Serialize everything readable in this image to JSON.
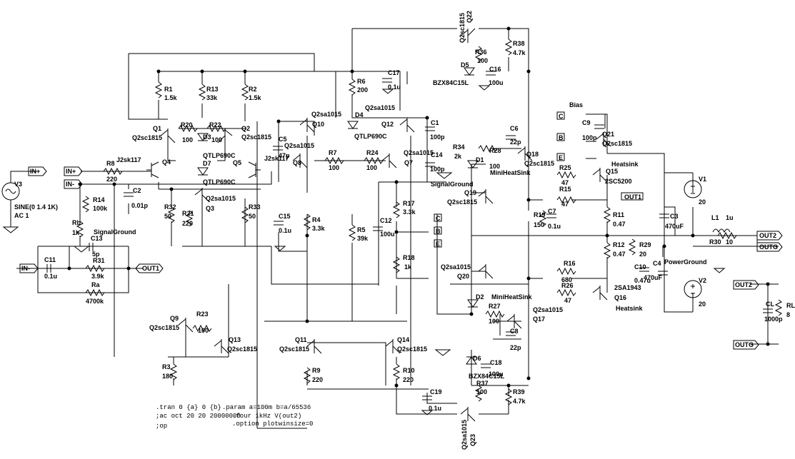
{
  "labels": [
    {
      "id": "Q22_ref",
      "text": "Q22"
    },
    {
      "id": "Q22_model",
      "text": "Q2sc1815"
    },
    {
      "id": "R38_ref",
      "text": "R38"
    },
    {
      "id": "R38_val",
      "text": "4.7k"
    },
    {
      "id": "R36_ref",
      "text": "R36"
    },
    {
      "id": "R36_val",
      "text": "100"
    },
    {
      "id": "D5_ref",
      "text": "D5"
    },
    {
      "id": "D5_model",
      "text": "BZX84C15L"
    },
    {
      "id": "C16_ref",
      "text": "C16"
    },
    {
      "id": "C16_val",
      "text": "100u"
    },
    {
      "id": "C17_ref",
      "text": "C17"
    },
    {
      "id": "C17_val",
      "text": "0.1u"
    },
    {
      "id": "R6_ref",
      "text": "R6"
    },
    {
      "id": "R6_val",
      "text": "200"
    },
    {
      "id": "R1_ref",
      "text": "R1"
    },
    {
      "id": "R1_val",
      "text": "1.5k"
    },
    {
      "id": "R13_ref",
      "text": "R13"
    },
    {
      "id": "R13_val",
      "text": "33k"
    },
    {
      "id": "R2_ref",
      "text": "R2"
    },
    {
      "id": "R2_val",
      "text": "1.5k"
    },
    {
      "id": "Q1_ref",
      "text": "Q1"
    },
    {
      "id": "Q1_model",
      "text": "Q2sc1815"
    },
    {
      "id": "R20_ref",
      "text": "R20"
    },
    {
      "id": "R20_val",
      "text": "100"
    },
    {
      "id": "R22_ref",
      "text": "R22"
    },
    {
      "id": "R22_val",
      "text": "100"
    },
    {
      "id": "D3_ref",
      "text": "D3"
    },
    {
      "id": "Q2_ref",
      "text": "Q2"
    },
    {
      "id": "Q2_model",
      "text": "Q2sc1815"
    },
    {
      "id": "U1_model",
      "text": "QTLP690C"
    },
    {
      "id": "C5_ref",
      "text": "C5"
    },
    {
      "id": "C5_val",
      "text": "47p"
    },
    {
      "id": "Q10_model",
      "text": "Q2sa1015"
    },
    {
      "id": "Q10_ref",
      "text": "Q10"
    },
    {
      "id": "D4_ref",
      "text": "D4"
    },
    {
      "id": "D4_model",
      "text": "QTLP690C"
    },
    {
      "id": "Q12_model",
      "text": "Q2sa1015"
    },
    {
      "id": "Q12_ref",
      "text": "Q12"
    },
    {
      "id": "C1_ref",
      "text": "C1"
    },
    {
      "id": "C1_val",
      "text": "100p"
    },
    {
      "id": "R34_ref",
      "text": "R34"
    },
    {
      "id": "R34_val",
      "text": "2k"
    },
    {
      "id": "C14_ref",
      "text": "C14"
    },
    {
      "id": "C14_val",
      "text": "100p"
    },
    {
      "id": "Q7_model",
      "text": "Q2sa1015"
    },
    {
      "id": "Q7_ref",
      "text": "Q7"
    },
    {
      "id": "J2sk117_a",
      "text": "J2sk117"
    },
    {
      "id": "Q4_ref",
      "text": "Q4"
    },
    {
      "id": "D7_ref",
      "text": "D7"
    },
    {
      "id": "U2_model",
      "text": "QTLP690C"
    },
    {
      "id": "Q5_ref",
      "text": "Q5"
    },
    {
      "id": "J2sk117_b",
      "text": "J2sk117"
    },
    {
      "id": "Q8_ref",
      "text": "Q8"
    },
    {
      "id": "Q8_model",
      "text": "Q2sa1015"
    },
    {
      "id": "R7_ref",
      "text": "R7"
    },
    {
      "id": "R7_val",
      "text": "100"
    },
    {
      "id": "R24_ref",
      "text": "R24"
    },
    {
      "id": "R24_val",
      "text": "100"
    },
    {
      "id": "R8_ref",
      "text": "R8"
    },
    {
      "id": "R8_val",
      "text": "220"
    },
    {
      "id": "in_plus",
      "text": "IN+"
    },
    {
      "id": "in_plus2",
      "text": "IN+"
    },
    {
      "id": "in_minus",
      "text": "IN-"
    },
    {
      "id": "in_minus2",
      "text": "IN-"
    },
    {
      "id": "V3_ref",
      "text": "V3"
    },
    {
      "id": "V3_val1",
      "text": "SINE(0 1.4 1K)"
    },
    {
      "id": "V3_val2",
      "text": "AC 1"
    },
    {
      "id": "R14_ref",
      "text": "R14"
    },
    {
      "id": "R14_val",
      "text": "100k"
    },
    {
      "id": "C2_ref",
      "text": "C2"
    },
    {
      "id": "C2_val",
      "text": "0.01p"
    },
    {
      "id": "Rb_ref",
      "text": "Rb"
    },
    {
      "id": "Rb_val",
      "text": "1k"
    },
    {
      "id": "SG1",
      "text": "SignalGround"
    },
    {
      "id": "R32_ref",
      "text": "R32"
    },
    {
      "id": "R32_val",
      "text": "50"
    },
    {
      "id": "R21_ref",
      "text": "R21"
    },
    {
      "id": "R21_val",
      "text": "220"
    },
    {
      "id": "Q3_model",
      "text": "Q2sa1015"
    },
    {
      "id": "Q3_ref",
      "text": "Q3"
    },
    {
      "id": "R33_ref",
      "text": "R33"
    },
    {
      "id": "R33_val",
      "text": "50"
    },
    {
      "id": "C15_ref",
      "text": "C15"
    },
    {
      "id": "C15_val",
      "text": "0.1u"
    },
    {
      "id": "R4_ref",
      "text": "R4"
    },
    {
      "id": "R4_val",
      "text": "3.3k"
    },
    {
      "id": "R5_ref",
      "text": "R5"
    },
    {
      "id": "R5_val",
      "text": "39k"
    },
    {
      "id": "C12_ref",
      "text": "C12"
    },
    {
      "id": "C12_val",
      "text": "100u"
    },
    {
      "id": "R17_ref",
      "text": "R17"
    },
    {
      "id": "R17_val",
      "text": "3.3k"
    },
    {
      "id": "R18_ref",
      "text": "R18"
    },
    {
      "id": "R18_val",
      "text": "1k"
    },
    {
      "id": "SG2",
      "text": "SignalGround"
    },
    {
      "id": "flag_C1",
      "text": "C"
    },
    {
      "id": "flag_B1",
      "text": "B"
    },
    {
      "id": "flag_E1",
      "text": "E"
    },
    {
      "id": "C13_ref",
      "text": "C13"
    },
    {
      "id": "C13_val",
      "text": "5p"
    },
    {
      "id": "C11_ref",
      "text": "C11"
    },
    {
      "id": "C11_val",
      "text": "0.1u"
    },
    {
      "id": "R31_ref",
      "text": "R31"
    },
    {
      "id": "R31_val",
      "text": "3.9k"
    },
    {
      "id": "out1_a",
      "text": "OUT1"
    },
    {
      "id": "Ra_ref",
      "text": "Ra"
    },
    {
      "id": "Ra_val",
      "text": "4700k"
    },
    {
      "id": "C6_ref",
      "text": "C6"
    },
    {
      "id": "C6_val",
      "text": "22p"
    },
    {
      "id": "R28_ref",
      "text": "R28"
    },
    {
      "id": "R28_val",
      "text": "100"
    },
    {
      "id": "D1_ref",
      "text": "D1"
    },
    {
      "id": "MHS1",
      "text": "MiniHeatSink"
    },
    {
      "id": "Q18_ref",
      "text": "Q18"
    },
    {
      "id": "Q18_model",
      "text": "Q2sc1815"
    },
    {
      "id": "Bias",
      "text": "Bias"
    },
    {
      "id": "flag_C2",
      "text": "C"
    },
    {
      "id": "flag_B2",
      "text": "B"
    },
    {
      "id": "flag_E2",
      "text": "E"
    },
    {
      "id": "C9_ref",
      "text": "C9"
    },
    {
      "id": "C9_val",
      "text": "100p"
    },
    {
      "id": "Q21_ref",
      "text": "Q21"
    },
    {
      "id": "Q21_model",
      "text": "Q2sc1815"
    },
    {
      "id": "HS1",
      "text": "Heatsink"
    },
    {
      "id": "R25_ref",
      "text": "R25"
    },
    {
      "id": "R25_val",
      "text": "47"
    },
    {
      "id": "Q15_ref",
      "text": "Q15"
    },
    {
      "id": "Q15_model",
      "text": "2SC5200"
    },
    {
      "id": "R15_ref",
      "text": "R15"
    },
    {
      "id": "R15_val",
      "text": "47"
    },
    {
      "id": "Q19_ref",
      "text": "Q19"
    },
    {
      "id": "Q19_model",
      "text": "Q2sc1815"
    },
    {
      "id": "out1_b",
      "text": "OUT1"
    },
    {
      "id": "V1_ref",
      "text": "V1"
    },
    {
      "id": "V1_val",
      "text": "20"
    },
    {
      "id": "R19_ref",
      "text": "R19"
    },
    {
      "id": "R19_val",
      "text": "150"
    },
    {
      "id": "C7_ref",
      "text": "C7"
    },
    {
      "id": "C7_val",
      "text": "0.1u"
    },
    {
      "id": "R11_ref",
      "text": "R11"
    },
    {
      "id": "R11_val",
      "text": "0.47"
    },
    {
      "id": "C3_ref",
      "text": "C3"
    },
    {
      "id": "C3_val",
      "text": "470uF"
    },
    {
      "id": "L1_ref",
      "text": "L1"
    },
    {
      "id": "L1_val",
      "text": "1u"
    },
    {
      "id": "R30_ref",
      "text": "R30"
    },
    {
      "id": "R30_val",
      "text": "10"
    },
    {
      "id": "out2_a",
      "text": "OUT2"
    },
    {
      "id": "outg_a",
      "text": "OUTG"
    },
    {
      "id": "R29_ref",
      "text": "R29"
    },
    {
      "id": "R29_val",
      "text": "20"
    },
    {
      "id": "R12_ref",
      "text": "R12"
    },
    {
      "id": "R12_val",
      "text": "0.47"
    },
    {
      "id": "PG",
      "text": "PowerGround"
    },
    {
      "id": "C10_ref",
      "text": "C10"
    },
    {
      "id": "C10_val",
      "text": "0.47u"
    },
    {
      "id": "C4_ref",
      "text": "C4"
    },
    {
      "id": "C4_val",
      "text": "470uF"
    },
    {
      "id": "V2_ref",
      "text": "V2"
    },
    {
      "id": "V2_val",
      "text": "20"
    },
    {
      "id": "Q20_model",
      "text": "Q2sa1015"
    },
    {
      "id": "Q20_ref",
      "text": "Q20"
    },
    {
      "id": "R16_ref",
      "text": "R16"
    },
    {
      "id": "R16_val",
      "text": "680"
    },
    {
      "id": "R26_ref",
      "text": "R26"
    },
    {
      "id": "R26_val",
      "text": "47"
    },
    {
      "id": "Q16_model",
      "text": "2SA1943"
    },
    {
      "id": "Q16_ref",
      "text": "Q16"
    },
    {
      "id": "HS2",
      "text": "Heatsink"
    },
    {
      "id": "D2_ref",
      "text": "D2"
    },
    {
      "id": "MHS2",
      "text": "MiniHeatSink"
    },
    {
      "id": "R27_ref",
      "text": "R27"
    },
    {
      "id": "R27_val",
      "text": "100"
    },
    {
      "id": "Q17_model",
      "text": "Q2sa1015"
    },
    {
      "id": "Q17_ref",
      "text": "Q17"
    },
    {
      "id": "C8_ref",
      "text": "C8"
    },
    {
      "id": "C8_val",
      "text": "22p"
    },
    {
      "id": "out2_b",
      "text": "OUT2"
    },
    {
      "id": "CL_ref",
      "text": "CL"
    },
    {
      "id": "CL_val",
      "text": "1000p"
    },
    {
      "id": "RL_ref",
      "text": "RL"
    },
    {
      "id": "RL_val",
      "text": "8"
    },
    {
      "id": "outg_b",
      "text": "OUTG"
    },
    {
      "id": "Q9_ref",
      "text": "Q9"
    },
    {
      "id": "Q9_model",
      "text": "Q2sc1815"
    },
    {
      "id": "R23_ref",
      "text": "R23"
    },
    {
      "id": "R23_val",
      "text": "100"
    },
    {
      "id": "Q13_ref",
      "text": "Q13"
    },
    {
      "id": "Q13_model",
      "text": "Q2sc1815"
    },
    {
      "id": "R3_ref",
      "text": "R3"
    },
    {
      "id": "R3_val",
      "text": "180"
    },
    {
      "id": "Q11_ref",
      "text": "Q11"
    },
    {
      "id": "Q11_model",
      "text": "Q2sc1815"
    },
    {
      "id": "R9_ref",
      "text": "R9"
    },
    {
      "id": "R9_val",
      "text": "220"
    },
    {
      "id": "Q14_ref",
      "text": "Q14"
    },
    {
      "id": "Q14_model",
      "text": "Q2sc1815"
    },
    {
      "id": "R10_ref",
      "text": "R10"
    },
    {
      "id": "R10_val",
      "text": "220"
    },
    {
      "id": "D6_ref",
      "text": "D6"
    },
    {
      "id": "C18_ref",
      "text": "C18"
    },
    {
      "id": "D6_model",
      "text": "BZX84C15L"
    },
    {
      "id": "C18_val",
      "text": "100u"
    },
    {
      "id": "R37_ref",
      "text": "R37"
    },
    {
      "id": "R37_val",
      "text": "100"
    },
    {
      "id": "R39_ref",
      "text": "R39"
    },
    {
      "id": "R39_val",
      "text": "4.7k"
    },
    {
      "id": "C19_ref",
      "text": "C19"
    },
    {
      "id": "C19_val",
      "text": "0.1u"
    },
    {
      "id": "Q23_model",
      "text": "Q2sa1015"
    },
    {
      "id": "Q23_ref",
      "text": "Q23"
    },
    {
      "id": "dir_tran",
      "text": ".tran 0 {a} 0 {b}"
    },
    {
      "id": "dir_ac",
      "text": ";ac oct 20 20 20000000"
    },
    {
      "id": "dir_op",
      "text": ";op"
    },
    {
      "id": "dir_param",
      "text": ".param a=100m b=a/65536"
    },
    {
      "id": "dir_four",
      "text": ".four 1kHz V(out2)"
    },
    {
      "id": "dir_opt",
      "text": ".option plotwinsize=0"
    }
  ]
}
